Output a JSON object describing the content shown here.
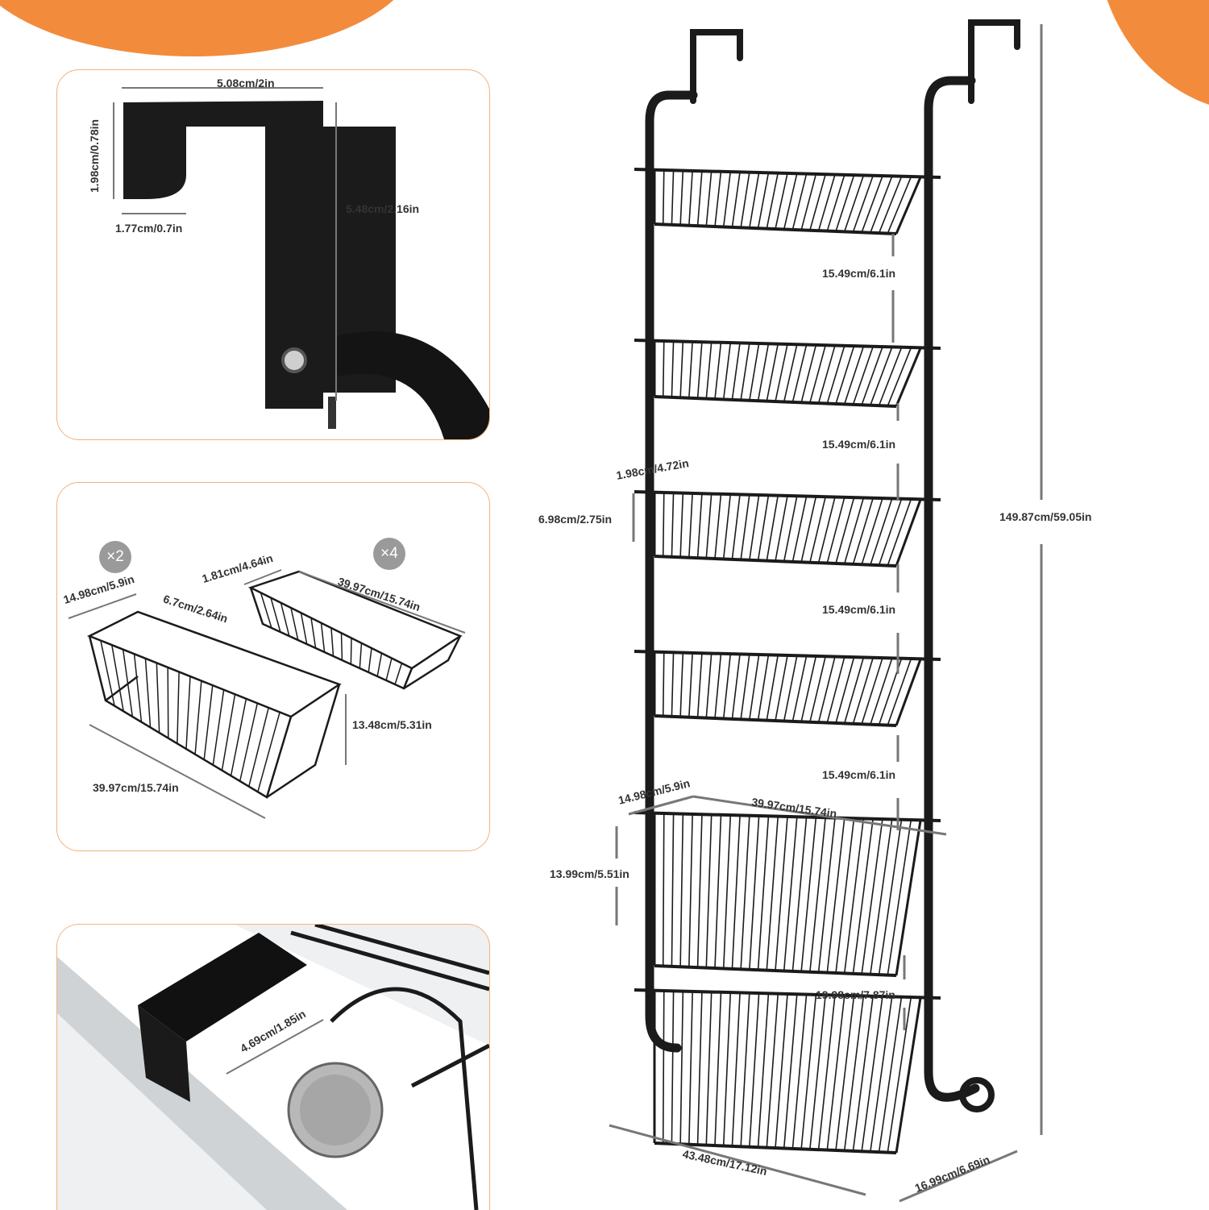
{
  "hook": {
    "width": "5.08cm/2in",
    "lip_height": "1.98cm/0.78in",
    "lip_depth": "1.77cm/0.7in",
    "height": "5.48cm/2.16in"
  },
  "baskets": {
    "large_qty": "×2",
    "small_qty": "×4",
    "large_depth": "14.98cm/5.9in",
    "large_height_rim": "6.7cm/2.64in",
    "large_height": "13.48cm/5.31in",
    "large_length": "39.97cm/15.74in",
    "small_depth": "1.81cm/4.64in",
    "small_length": "39.97cm/15.74in"
  },
  "clip": {
    "width": "4.69cm/1.85in"
  },
  "rack": {
    "spacing_1": "15.49cm/6.1in",
    "spacing_2": "15.49cm/6.1in",
    "spacing_3": "15.49cm/6.1in",
    "spacing_4": "15.49cm/6.1in",
    "spacing_5": "19.98cm/7.87in",
    "small_depth": "1.98cm/4.72in",
    "small_height": "6.98cm/2.75in",
    "large_depth": "14.98cm/5.9in",
    "large_length": "39.97cm/15.74in",
    "large_height": "13.99cm/5.51in",
    "total_height": "149.87cm/59.05in",
    "total_width": "43.48cm/17.12in",
    "total_depth": "16.99cm/6.69in"
  },
  "colors": {
    "accent": "#f28c3c",
    "frame": "#1a1a1a",
    "dimension_line": "#777777"
  }
}
